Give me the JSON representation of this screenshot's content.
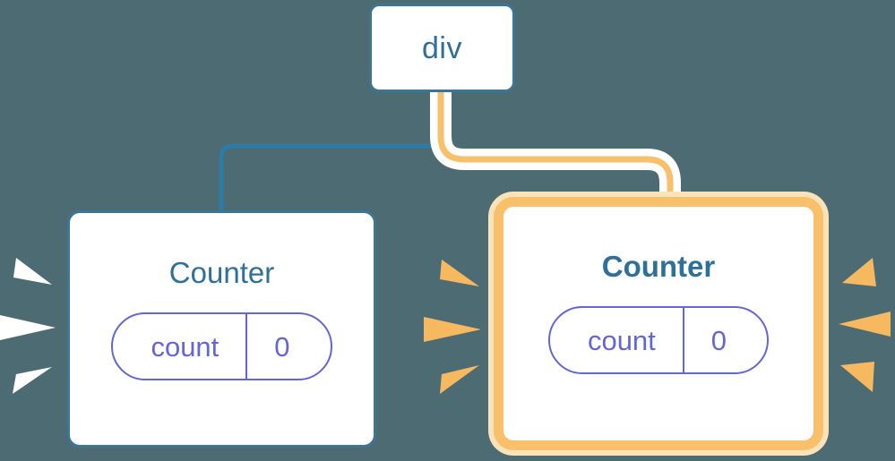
{
  "diagram": {
    "title": "React component tree re-render",
    "background_color": "#4d6b73"
  },
  "colors": {
    "background": "#4d6b73",
    "node_border_blue": "#3d7595",
    "title_blue": "#2f7099",
    "state_purple": "#6366d8",
    "highlight_orange": "#f8c06a",
    "highlight_glow": "#fbe2b8",
    "wire_blue": "#2f7ba8",
    "wire_white": "#ffffff",
    "sparkle_white": "#ffffff",
    "sparkle_orange": "#f6b95f"
  },
  "nodes": [
    {
      "id": "root",
      "title": "div",
      "highlighted": false,
      "bold": false,
      "has_state": false
    },
    {
      "id": "counter-left",
      "title": "Counter",
      "highlighted": false,
      "bold": false,
      "has_state": true,
      "state": {
        "name": "count",
        "value": "0"
      }
    },
    {
      "id": "counter-right",
      "title": "Counter",
      "highlighted": true,
      "bold": true,
      "has_state": true,
      "state": {
        "name": "count",
        "value": "0"
      }
    }
  ],
  "edges": [
    {
      "id": "edge-root-to-left",
      "from": "root",
      "to": "counter-left",
      "color": "#2f7ba8",
      "highlighted": false
    },
    {
      "id": "edge-root-to-right",
      "from": "root",
      "to": "counter-right",
      "color": "#f8c06a",
      "highlighted": true
    }
  ],
  "bursts": [
    {
      "id": "burst-left-outer",
      "color": "#ffffff",
      "direction": "left",
      "ray_count": 3
    },
    {
      "id": "burst-center",
      "color": "#f6b95f",
      "direction": "right",
      "ray_count": 3
    },
    {
      "id": "burst-right-outer",
      "color": "#f6b95f",
      "direction": "right",
      "ray_count": 3
    }
  ]
}
